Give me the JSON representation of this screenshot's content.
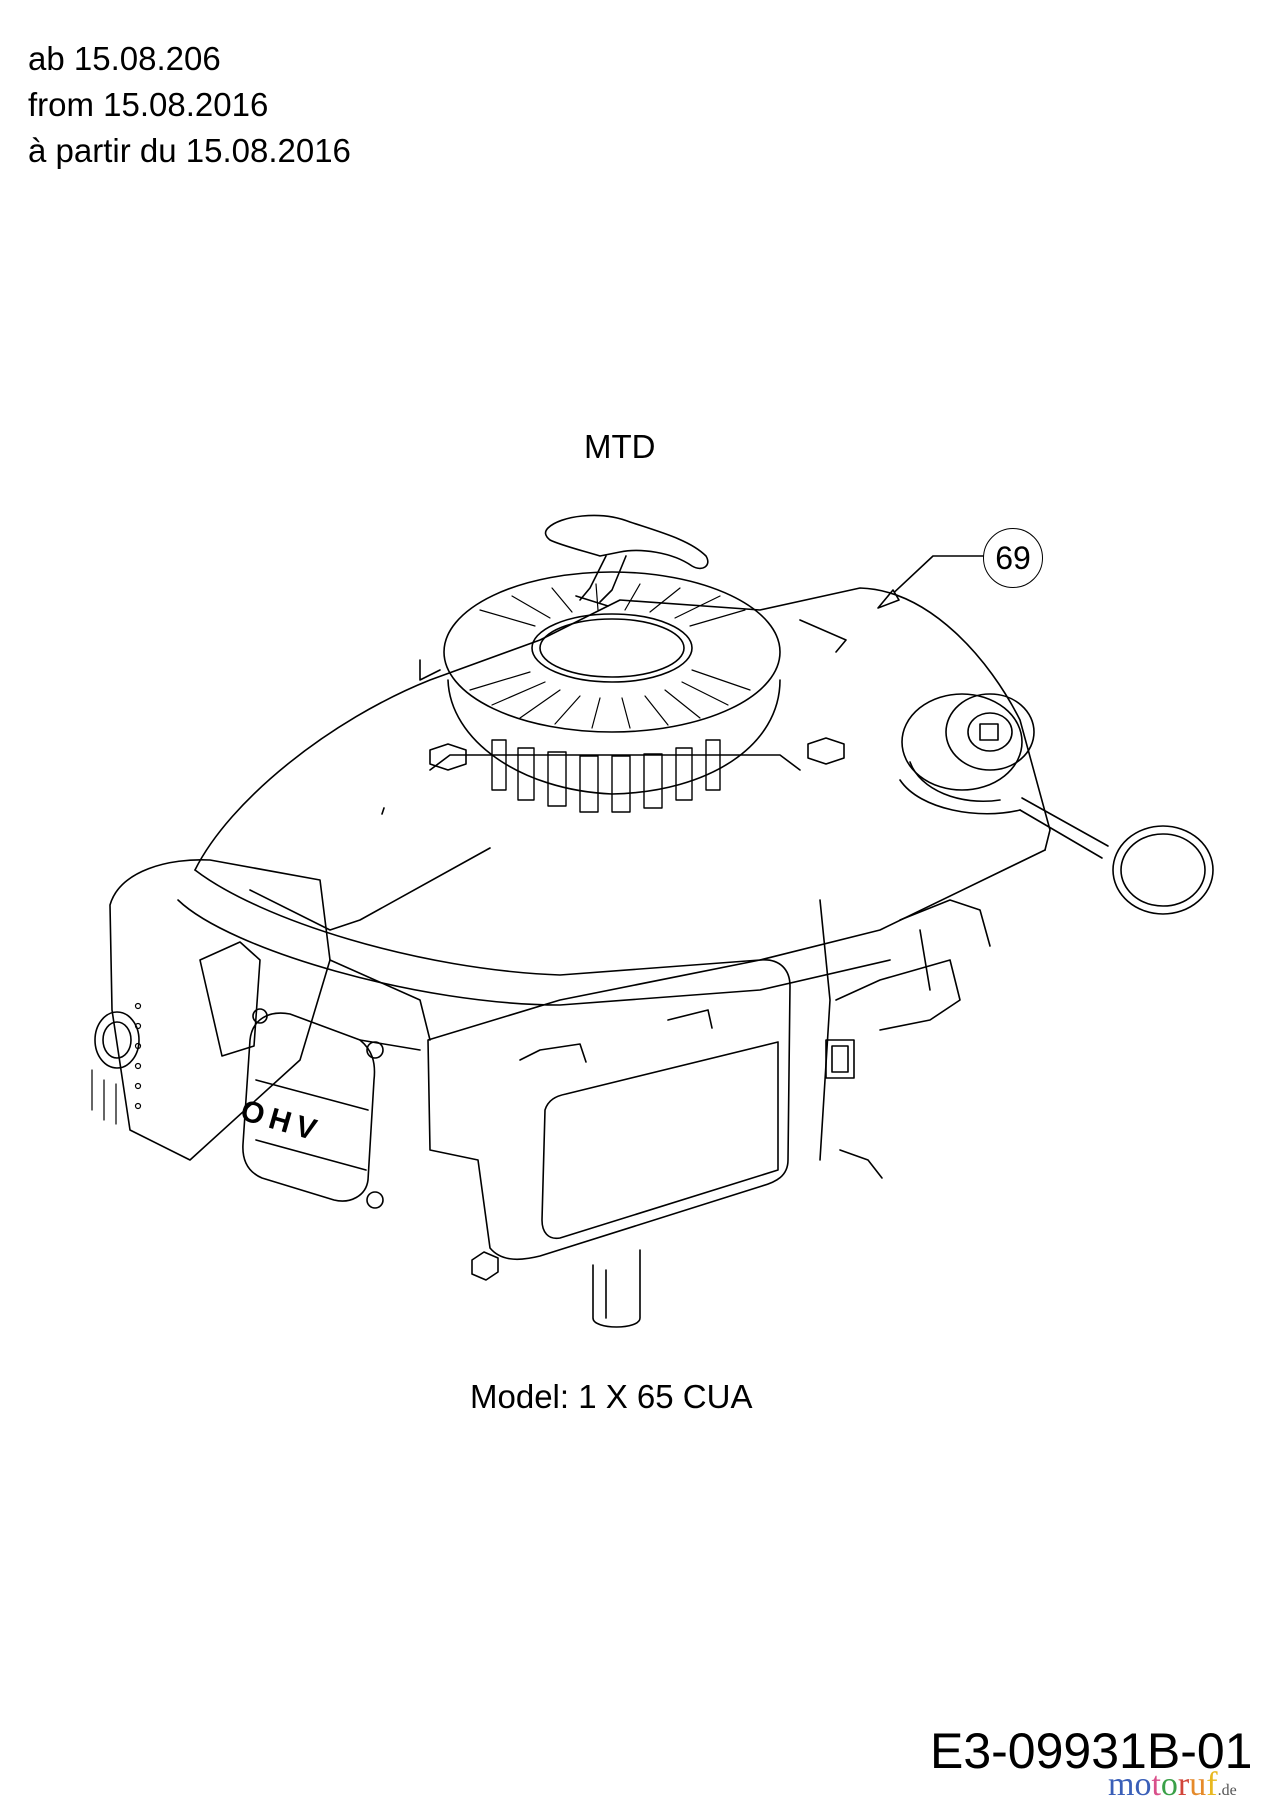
{
  "header": {
    "lines": [
      "ab 15.08.206",
      "from 15.08.2016",
      "à partir du 15.08.2016"
    ]
  },
  "diagram": {
    "brand_label": "MTD",
    "callouts": [
      {
        "number": "69",
        "part": "engine"
      }
    ],
    "valve_cover_text": "OHV",
    "model_label": "Model: 1 X 65 CUA"
  },
  "footer": {
    "document_number": "E3-09931B-01",
    "watermark": {
      "letters": [
        {
          "char": "m",
          "color": "#3a5fb8"
        },
        {
          "char": "o",
          "color": "#3a5fb8"
        },
        {
          "char": "t",
          "color": "#d94f8a"
        },
        {
          "char": "o",
          "color": "#3aa048"
        },
        {
          "char": "r",
          "color": "#d2453a"
        },
        {
          "char": "u",
          "color": "#e58a2a"
        },
        {
          "char": "f",
          "color": "#e8b820"
        }
      ],
      "suffix": ".de"
    }
  }
}
